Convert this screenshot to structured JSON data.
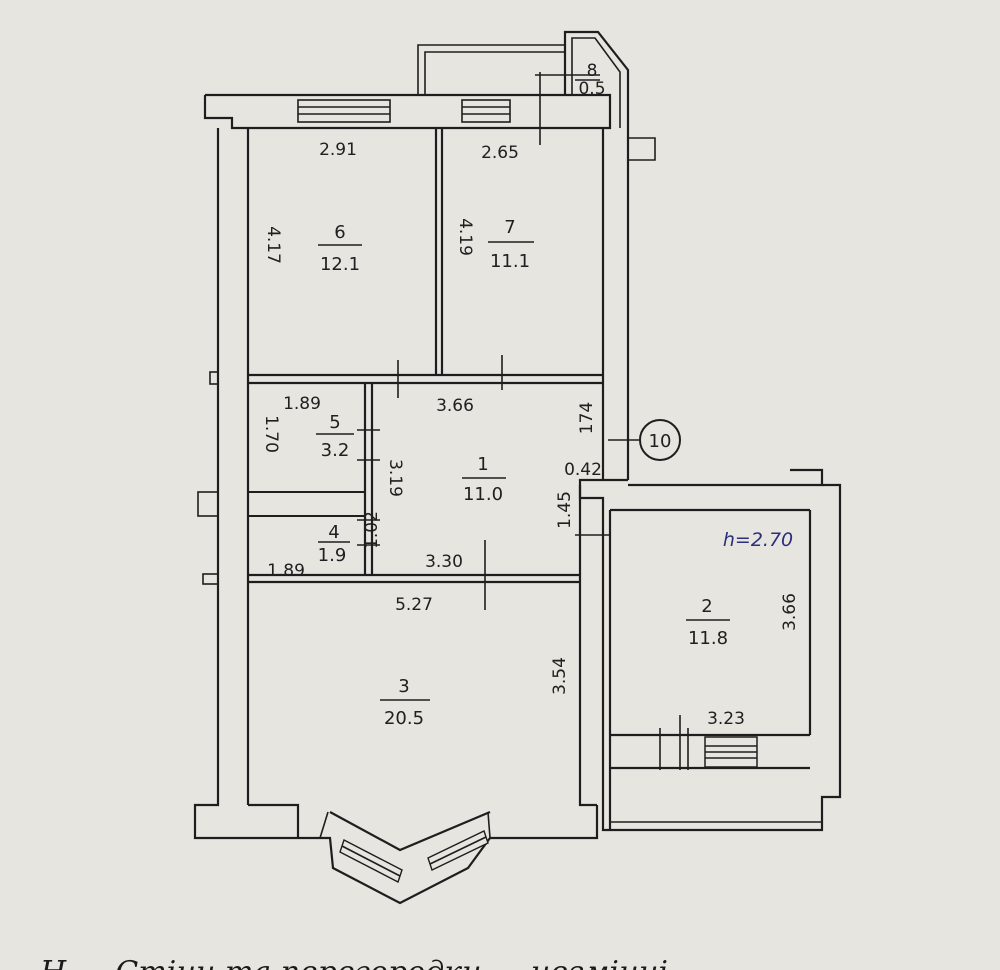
{
  "rooms": [
    {
      "number": "1",
      "area": "11.0"
    },
    {
      "number": "2",
      "area": "11.8"
    },
    {
      "number": "3",
      "area": "20.5"
    },
    {
      "number": "4",
      "area": "1.9"
    },
    {
      "number": "5",
      "area": "3.2"
    },
    {
      "number": "6",
      "area": "12.1"
    },
    {
      "number": "7",
      "area": "11.1"
    },
    {
      "number": "8",
      "area": "0.5"
    }
  ],
  "dimensions": {
    "room6_width": "2.91",
    "room6_depth": "4.17",
    "room7_width": "2.65",
    "room7_depth": "4.19",
    "room5_width": "1.89",
    "room5_depth": "1.70",
    "room1_width": "3.66",
    "room1_depth": "3.19",
    "room1_bottom": "3.30",
    "wall_174": "174",
    "offset_042": "0.42",
    "depth_145": "1.45",
    "room4_width": "1.89",
    "room4_depth": "1.02",
    "room3_width": "5.27",
    "room3_depth": "3.54",
    "room2_depth": "3.66",
    "room2_width": "3.23"
  },
  "ceiling_height": "h=2.70",
  "axis_marker": "10",
  "caption": "Н … Стіни та перегородки — незмінні"
}
